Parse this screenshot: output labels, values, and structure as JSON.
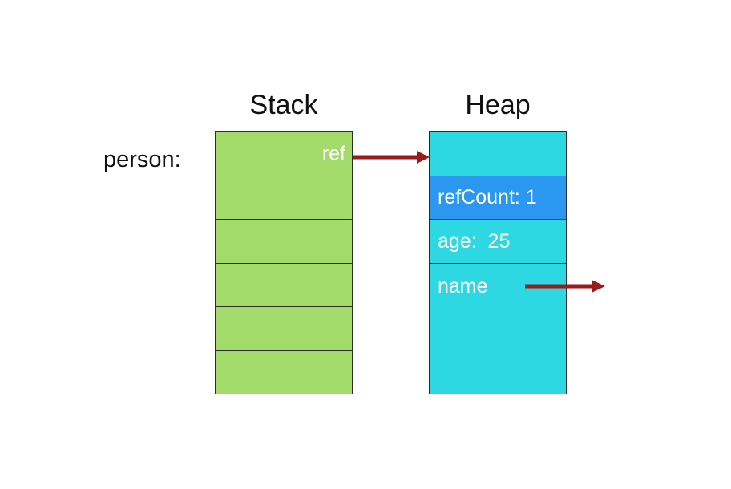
{
  "diagram": {
    "stack": {
      "title": "Stack",
      "pointer_label": "person:",
      "cells": [
        {
          "label": "ref"
        },
        {
          "label": ""
        },
        {
          "label": ""
        },
        {
          "label": ""
        },
        {
          "label": ""
        },
        {
          "label": ""
        }
      ]
    },
    "heap": {
      "title": "Heap",
      "cells": [
        {
          "label": "",
          "variant": "cyan"
        },
        {
          "label": "refCount: 1",
          "variant": "blue"
        },
        {
          "label": "age:  25",
          "variant": "cyan"
        },
        {
          "label": "name",
          "variant": "cyan"
        }
      ]
    },
    "arrows": [
      {
        "name": "ref-to-heap",
        "from": "stack ref cell",
        "to": "heap object top cell"
      },
      {
        "name": "name-to-external",
        "from": "heap name cell",
        "to": "right (off object)"
      }
    ]
  },
  "colors": {
    "stack-green": "#a2db69",
    "heap-cyan": "#2dd8e2",
    "heap-blue": "#2b97f0",
    "arrow-red": "#9b1b1b",
    "border": "#2b2b2b",
    "text-dark": "#111111",
    "text-light": "#ffffff"
  }
}
